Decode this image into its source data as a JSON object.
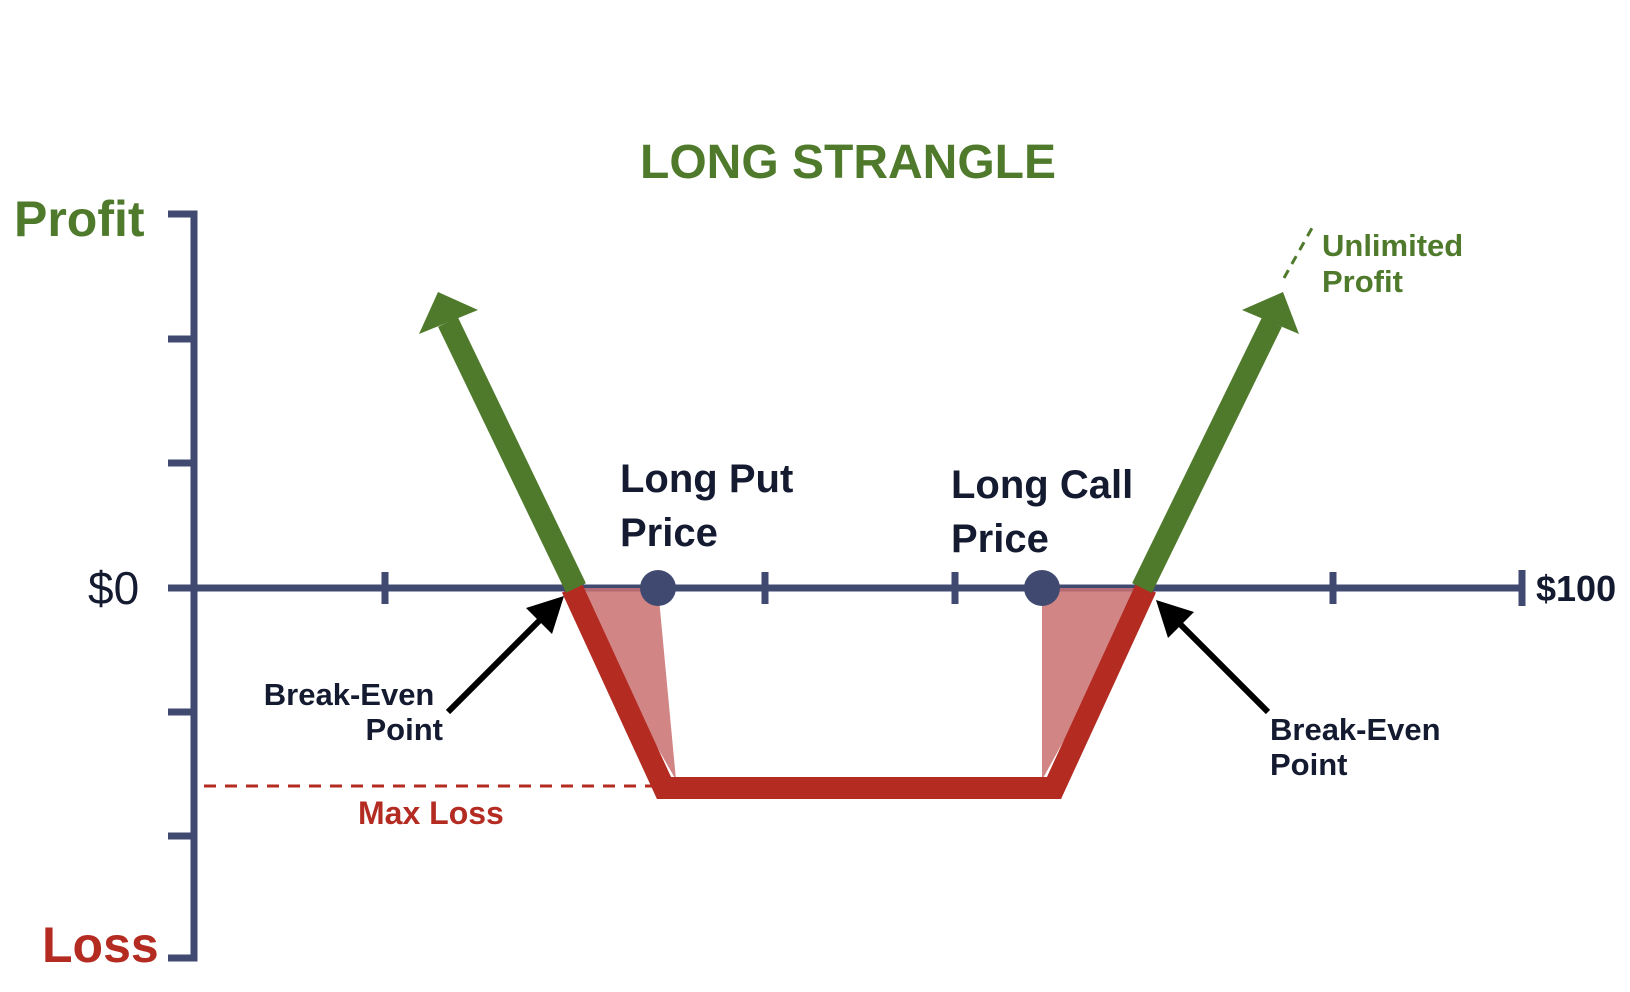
{
  "title": "LONG STRANGLE",
  "axes": {
    "profit_label": "Profit",
    "loss_label": "Loss",
    "zero_label": "$0",
    "max_price_label": "$100"
  },
  "labels": {
    "long_put": [
      "Long Put",
      "Price"
    ],
    "long_call": [
      "Long Call",
      "Price"
    ],
    "break_even_left": [
      "Break-Even",
      "Point"
    ],
    "break_even_right": [
      "Break-Even",
      "Point"
    ],
    "max_loss": "Max Loss",
    "unlimited_profit": [
      "Unlimited",
      "Profit"
    ]
  },
  "colors": {
    "axis": "#404a70",
    "profit": "#4f7a2c",
    "loss": "#b42b22",
    "loss_fill": "#c97070",
    "title": "#4f7a2c",
    "text_dark": "#141a30",
    "arrow": "#000000"
  },
  "icons": {
    "break_even_arrows": "arrow-icon",
    "profit_arrows": "arrowhead-icon"
  }
}
